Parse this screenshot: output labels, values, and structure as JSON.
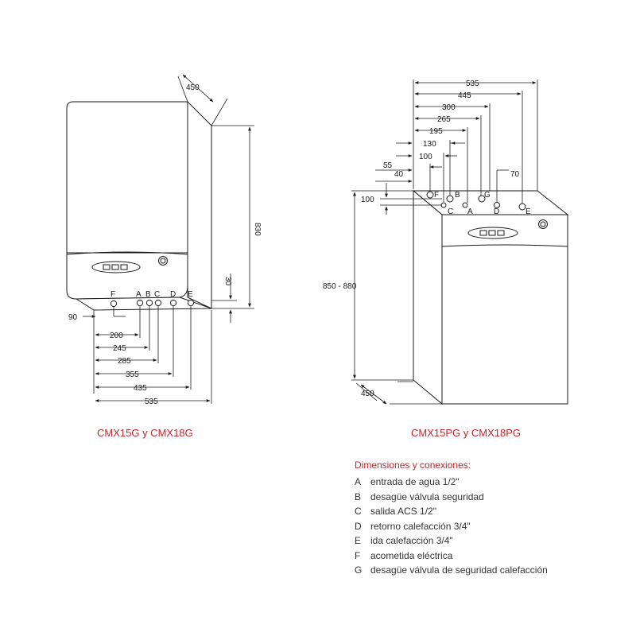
{
  "left_unit": {
    "model_label": "CMX15G y CMX18G",
    "depth_dim": "450",
    "height_dim": "830",
    "bottom_offset_dim": "30",
    "side_dim": "90",
    "connections": [
      "F",
      "A",
      "B",
      "C",
      "D",
      "E"
    ],
    "bottom_dims": [
      "200",
      "245",
      "285",
      "355",
      "435",
      "535"
    ]
  },
  "right_unit": {
    "model_label": "CMX15PG y CMX18PG",
    "top_dims": [
      "535",
      "445",
      "300",
      "265",
      "195",
      "130",
      "100"
    ],
    "dim_55": "55",
    "dim_40": "40",
    "dim_70": "70",
    "dim_100_left": "100",
    "height_dim": "850 - 880",
    "depth_dim": "450",
    "connections_back": [
      "F",
      "B",
      "G"
    ],
    "connections_front": [
      "C",
      "A",
      "D",
      "E"
    ]
  },
  "legend": {
    "title": "Dimensiones y conexiones:",
    "items": [
      {
        "key": "A",
        "text": "entrada de agua 1/2\""
      },
      {
        "key": "B",
        "text": "desagüe válvula seguridad"
      },
      {
        "key": "C",
        "text": "salida ACS 1/2\""
      },
      {
        "key": "D",
        "text": "retorno calefacción 3/4\""
      },
      {
        "key": "E",
        "text": "ida calefacción 3/4\""
      },
      {
        "key": "F",
        "text": "acometida eléctrica"
      },
      {
        "key": "G",
        "text": "desagüe válvula de seguridad calefacción"
      }
    ]
  },
  "colors": {
    "line": "#1a1a1a",
    "accent": "#c0272d",
    "legend_text": "#333333"
  }
}
